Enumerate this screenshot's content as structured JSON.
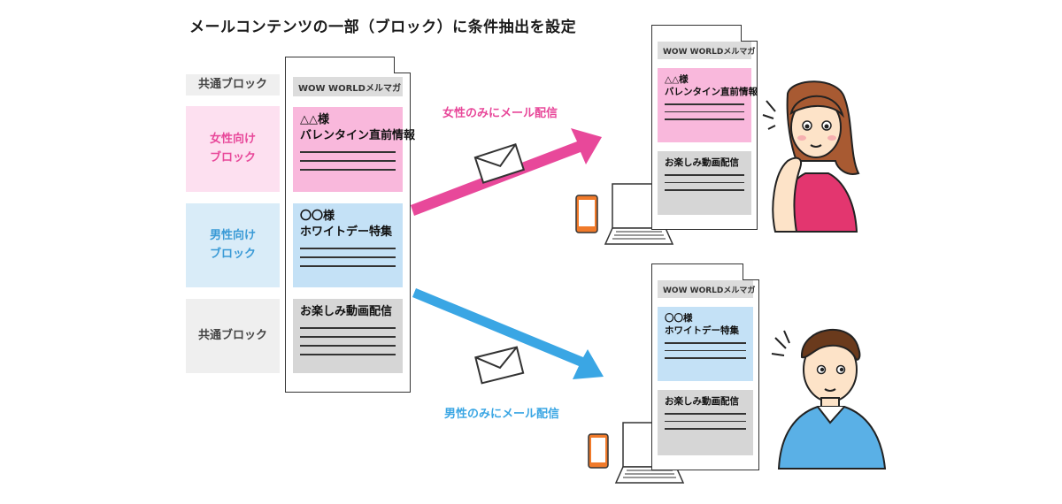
{
  "title": "メールコンテンツの一部（ブロック）に条件抽出を設定",
  "left_labels": {
    "common_top": "共通ブロック",
    "female": "女性向け\nブロック",
    "male": "男性向け\nブロック",
    "common_bottom": "共通ブロック"
  },
  "newsletter_name": "WOW WORLDメルマガ",
  "female_block": {
    "title1": "△△様",
    "title2": "バレンタイン直前情報"
  },
  "male_block": {
    "title1": "〇〇様",
    "title2": "ホワイトデー特集"
  },
  "common_block": {
    "title": "お楽しみ動画配信"
  },
  "arrows": {
    "female_caption": "女性のみにメール配信",
    "male_caption": "男性のみにメール配信"
  },
  "colors": {
    "female": "#e8489a",
    "male": "#3aa6e4",
    "female_block": "#f9b8dc",
    "male_block": "#c4e1f6",
    "common_block": "#d6d6d6"
  }
}
